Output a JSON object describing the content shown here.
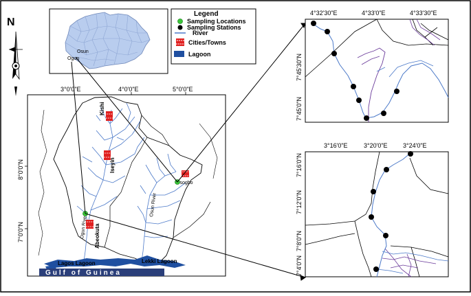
{
  "legend": {
    "title": "Legend",
    "items": [
      {
        "label": "Sampling Locations",
        "symbol": "sampling-location-icon",
        "color": "#39c639"
      },
      {
        "label": "Sampling Stations",
        "symbol": "sampling-station-icon",
        "color": "#000000"
      },
      {
        "label": "River",
        "symbol": "river-line-icon",
        "color": "#4a78c8"
      },
      {
        "label": "Cities/Towns",
        "symbol": "city-town-icon",
        "color": "#e02020"
      },
      {
        "label": "Lagoon",
        "symbol": "lagoon-swatch-icon",
        "color": "#1f4fa0"
      }
    ]
  },
  "north_arrow": {
    "label": "N"
  },
  "inset_nigeria": {
    "labels": [
      "Osun",
      "Ogun"
    ],
    "fill": "#b9cdee"
  },
  "main_map": {
    "x_ticks": [
      "3°0'0\"E",
      "4°0'0\"E",
      "5°0'0\"E"
    ],
    "y_ticks": [
      "8°0'0\"N",
      "7°0'0\"N"
    ],
    "cities": [
      "Kishi",
      "Iseyin",
      "Osogbo",
      "Abeokuta"
    ],
    "rivers": [
      "Ogun River",
      "Osun River"
    ],
    "lagoons": [
      "Lagos Lagoon",
      "Lekki Lagoon"
    ],
    "sea": "Gulf of Guinea"
  },
  "detail_top": {
    "x_ticks": [
      "4°32'30\"E",
      "4°33'0\"E",
      "4°33'30\"E"
    ],
    "y_ticks": [
      "7°45'30\"N",
      "7°45'0\"N"
    ]
  },
  "detail_bottom": {
    "x_ticks": [
      "3°16'0\"E",
      "3°20'0\"E",
      "3°24'0\"E"
    ],
    "y_ticks": [
      "7°16'0\"N",
      "7°12'0\"N",
      "7°8'0\"N",
      "7°4'0\"N"
    ]
  },
  "colors": {
    "river": "#4a78c8",
    "lagoon": "#1f4fa0",
    "sea": "#2b3f7a",
    "city": "#e02020",
    "sampling": "#39c639",
    "boundary": "#000000",
    "purple_road": "#6a3a9a"
  }
}
